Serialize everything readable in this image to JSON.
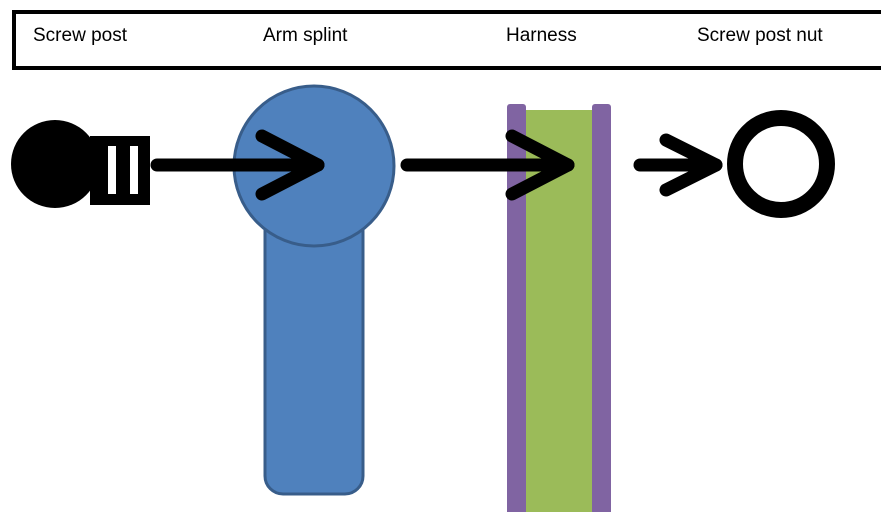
{
  "labels": {
    "screw_post": "Screw post",
    "arm_splint": "Arm splint",
    "harness": "Harness",
    "screw_post_nut": "Screw post nut"
  },
  "colors": {
    "splint_fill": "#4f81bd",
    "splint_stroke": "#385d8a",
    "harness_fill": "#9bbb59",
    "harness_edge": "#8064a2",
    "ink": "#000000",
    "background": "#ffffff"
  }
}
